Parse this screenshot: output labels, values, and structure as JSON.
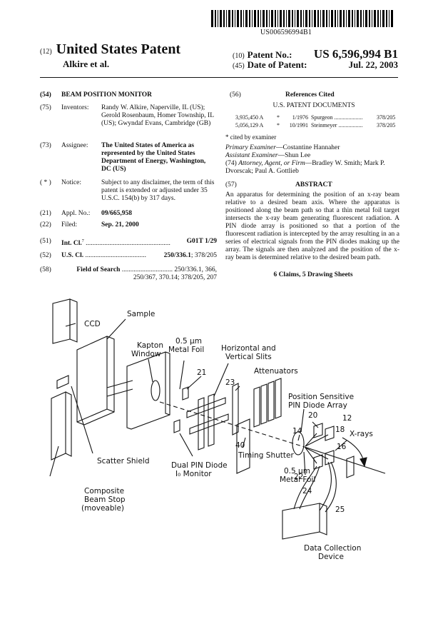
{
  "barcode_number": "US006596994B1",
  "header": {
    "type_index": "(12)",
    "patent_type": "United States Patent",
    "inventors_short": "Alkire et al.",
    "patent_no_index": "(10)",
    "patent_no_label": "Patent No.:",
    "patent_no": "US 6,596,994 B1",
    "date_index": "(45)",
    "date_label": "Date of Patent:",
    "date": "Jul. 22, 2003"
  },
  "left_fields": {
    "title": {
      "code": "(54)",
      "value": "BEAM POSITION MONITOR"
    },
    "inventors": {
      "code": "(75)",
      "label": "Inventors:",
      "value": "Randy W. Alkire, Naperville, IL (US); Gerold Rosenbaum, Homer Township, IL (US); Gwyndaf Evans, Cambridge (GB)"
    },
    "assignee": {
      "code": "(73)",
      "label": "Assignee:",
      "value": "The United States of America as represented by the United States Department of Energy, Washington, DC (US)"
    },
    "notice": {
      "code": "( * )",
      "label": "Notice:",
      "value": "Subject to any disclaimer, the term of this patent is extended or adjusted under 35 U.S.C. 154(b) by 317 days."
    },
    "appl": {
      "code": "(21)",
      "label": "Appl. No.:",
      "value": "09/665,958"
    },
    "filed": {
      "code": "(22)",
      "label": "Filed:",
      "value": "Sep. 21, 2000"
    },
    "intcl": {
      "code": "(51)",
      "label": "Int. Cl.",
      "sup": "7",
      "dots": " ..................................................",
      "value": "G01T 1/29"
    },
    "uscl": {
      "code": "(52)",
      "label": "U.S. Cl.",
      "dots": " ....................................",
      "value": "250/336.1",
      "value2": "; 378/205"
    },
    "search": {
      "code": "(58)",
      "label": "Field of Search",
      "dots": " ..............................",
      "value": "250/336.1, 366, 250/367, 370.14; 378/205, 207"
    }
  },
  "references": {
    "code": "(56)",
    "title": "References Cited",
    "subtitle": "U.S. PATENT DOCUMENTS",
    "rows": [
      {
        "num": "3,935,450 A",
        "star": "*",
        "date": "1/1976",
        "name": "Spurgeon",
        "dots": " ....................",
        "cls": "378/205"
      },
      {
        "num": "5,056,129 A",
        "star": "*",
        "date": "10/1991",
        "name": "Steinmeyer",
        "dots": " .................",
        "cls": "378/205"
      }
    ],
    "cited_note": "* cited by examiner"
  },
  "examiners": {
    "primary_label": "Primary Examiner",
    "primary": "—Costantine Hannaher",
    "assistant_label": "Assistant Examiner",
    "assistant": "—Shun Lee",
    "attorney_code": "(74)",
    "attorney_label": "Attorney, Agent, or Firm",
    "attorney": "—Bradley W. Smith; Mark P. Dvorscak; Paul A. Gottlieb"
  },
  "abstract": {
    "code": "(57)",
    "title": "ABSTRACT",
    "text": "An apparatus for determining the position of an x-ray beam relative to a desired beam axis. Where the apparatus is positioned along the beam path so that a thin metal foil target intersects the x-ray beam generating fluorescent radiation. A PIN diode array is positioned so that a portion of the fluorescent radiation is intercepted by the array resulting in an a series of electrical signals from the PIN diodes making up the array. The signals are then analyzed and the position of the x-ray beam is determined relative to the desired beam path."
  },
  "claims": "6 Claims, 5 Drawing Sheets",
  "drawing": {
    "ccd": "CCD",
    "sample": "Sample",
    "kapton_1": "Kapton",
    "kapton_2": "Window",
    "foil_1": "0.5 µm",
    "foil_2": "Metal Foil",
    "slits_1": "Horizontal and",
    "slits_2": "Vertical Slits",
    "attenuators": "Attenuators",
    "n21": "21",
    "n23": "23",
    "psd_1": "Position Sensitive",
    "psd_2": "PIN Diode Array",
    "n20": "20",
    "n12": "12",
    "n14": "14",
    "n18": "18",
    "xrays": "X-rays",
    "n16": "16",
    "n40": "40",
    "timing": "Timing Shutter",
    "scatter": "Scatter Shield",
    "dual_1": "Dual PIN Diode",
    "dual_2": "I₀ Monitor",
    "foil2_1": "0.5 µm",
    "foil2_2": "Metal Foil",
    "n22": "22",
    "n24": "24",
    "n25": "25",
    "stop_1": "Composite",
    "stop_2": "Beam Stop",
    "stop_3": "(moveable)",
    "dcd_1": "Data Collection",
    "dcd_2": "Device"
  }
}
